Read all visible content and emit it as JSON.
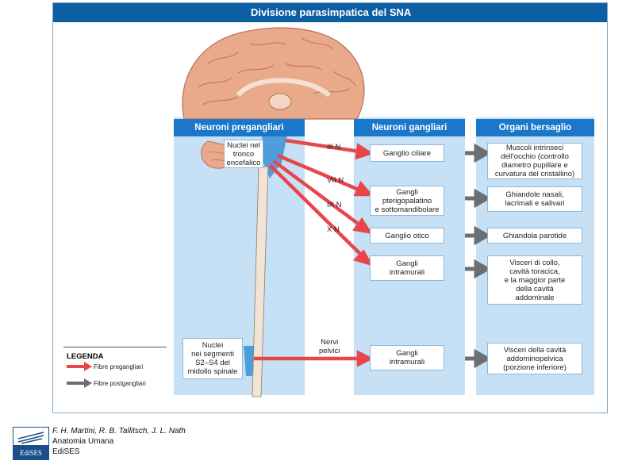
{
  "title": "Divisione parasimpatica del SNA",
  "columns": {
    "pre": "Neuroni pregangliari",
    "gang": "Neuroni gangliari",
    "organ": "Organi bersaglio"
  },
  "nuclei": {
    "brainstem": "Nuclei nel\ntronco\nencefalico",
    "sacral": "Nuclei\nnei segmenti\nS2–S4 del\nmidollo spinale"
  },
  "nerves": {
    "n3": "III N",
    "n7": "VII N",
    "n9": "IX N",
    "n10": "X N",
    "pelvic": "Nervi\npelvici"
  },
  "ganglia": [
    "Ganglio ciliare",
    "Gangli\npterigopalatino\ne sottomandibolare",
    "Ganglio otico",
    "Gangli\nintramurali",
    "Gangli\nintramurali"
  ],
  "organs": [
    "Muscoli intrinseci\ndell'occhio (controllo\ndiametro pupillare e\ncurvatura del cristallino)",
    "Ghiandole nasali,\nlacrimali e salivari",
    "Ghiandola parotide",
    "Visceri di collo,\ncavità toracica,\ne la maggior parte\ndella cavità\naddominale",
    "Visceri della cavità\naddominopelvica\n(porzione inferiore)"
  ],
  "legend": {
    "title": "LEGENDA",
    "pre": "Fibre pregangliari",
    "post": "Fibre postgangliari"
  },
  "credits": {
    "authors": "F. H. Martini, R. B. Tallitsch, J. L. Nath",
    "book": "Anatomia Umana",
    "publisher": "EdiSES"
  },
  "logo_text": "EdiSES",
  "colors": {
    "title_bg": "#0d5fa3",
    "header_bg": "#1a77c9",
    "column_bg": "#c6e1f6",
    "pre_fiber": "#e8474a",
    "post_fiber": "#6d6e71",
    "brain": "#e9a98b"
  }
}
